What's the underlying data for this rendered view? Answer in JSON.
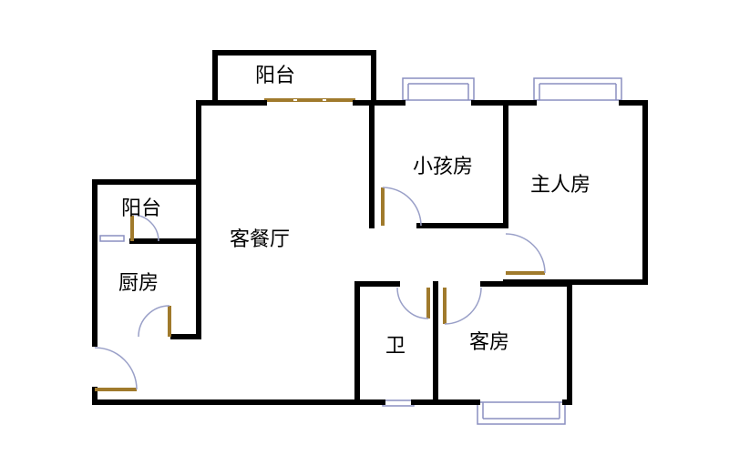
{
  "floor_plan": {
    "rooms": {
      "balcony_top": "阳台",
      "kids_room": "小孩房",
      "master_bedroom": "主人房",
      "balcony_left": "阳台",
      "living_dining": "客餐厅",
      "kitchen": "厨房",
      "bathroom": "卫",
      "guest_room": "客房"
    },
    "colors": {
      "wall": "#000000",
      "door": "#a07a2c",
      "window": "#8a8fc0",
      "background": "#ffffff"
    }
  }
}
